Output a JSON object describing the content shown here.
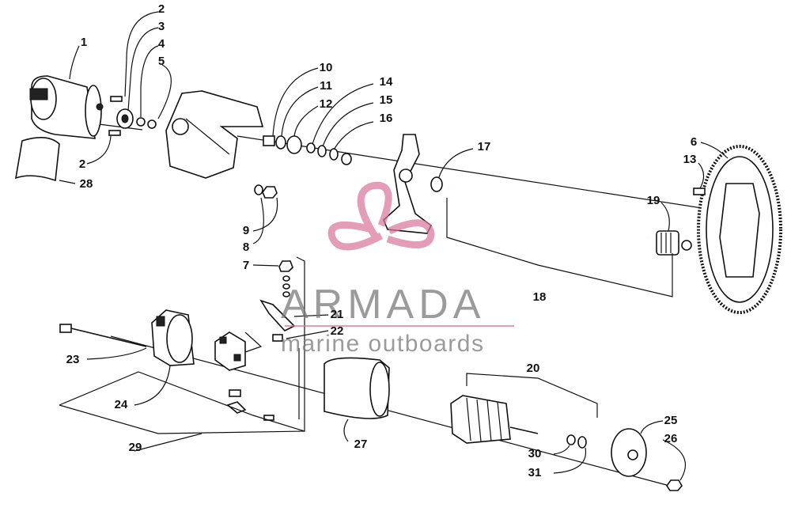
{
  "watermark": {
    "title": "ARMADA",
    "subtitle": "marine outboards",
    "accent_color": "#d8749a"
  },
  "callouts": [
    "1",
    "2",
    "3",
    "4",
    "5",
    "2",
    "28",
    "10",
    "11",
    "12",
    "14",
    "15",
    "16",
    "17",
    "6",
    "13",
    "19",
    "9",
    "8",
    "7",
    "18",
    "21",
    "22",
    "23",
    "24",
    "29",
    "20",
    "27",
    "25",
    "26",
    "30",
    "31"
  ]
}
